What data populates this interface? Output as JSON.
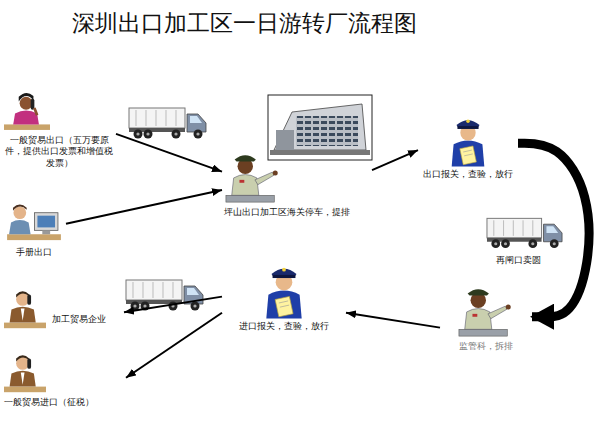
{
  "diagram": {
    "title": "深圳出口加工区一日游转厂流程图",
    "nodes": [
      {
        "text": [
          "一般贸易出口（五万要原件，提供出口发票和增值税发票）"
        ]
      },
      {
        "text": [
          "坪山出口加工区海关停车，提排"
        ]
      },
      {
        "text": [
          "出口报关，查验，放行"
        ]
      },
      {
        "text": [
          "手册出口"
        ]
      },
      {
        "text": [
          "加工贸易企业"
        ]
      },
      {
        "text": [
          "进口报关，查验，放行"
        ]
      },
      {
        "text": [
          "监管科，拆排"
        ]
      },
      {
        "text": [
          "一般贸易进口（征税）"
        ]
      }
    ],
    "edges": [
      {
        "from": 0,
        "to": 1,
        "arrow": "to"
      },
      {
        "from": 3,
        "to": 1,
        "arrow": "to"
      },
      {
        "from": 1,
        "to": 2,
        "arrow": "to"
      },
      {
        "from": 2,
        "to": 6,
        "arrow": "to"
      },
      {
        "from": 6,
        "to": 5,
        "arrow": "to"
      },
      {
        "from": 5,
        "to": 4,
        "arrow": "to"
      },
      {
        "from": 5,
        "to": 7,
        "arrow": "to"
      }
    ],
    "labels": [
      "再闸口卖圆"
    ]
  }
}
